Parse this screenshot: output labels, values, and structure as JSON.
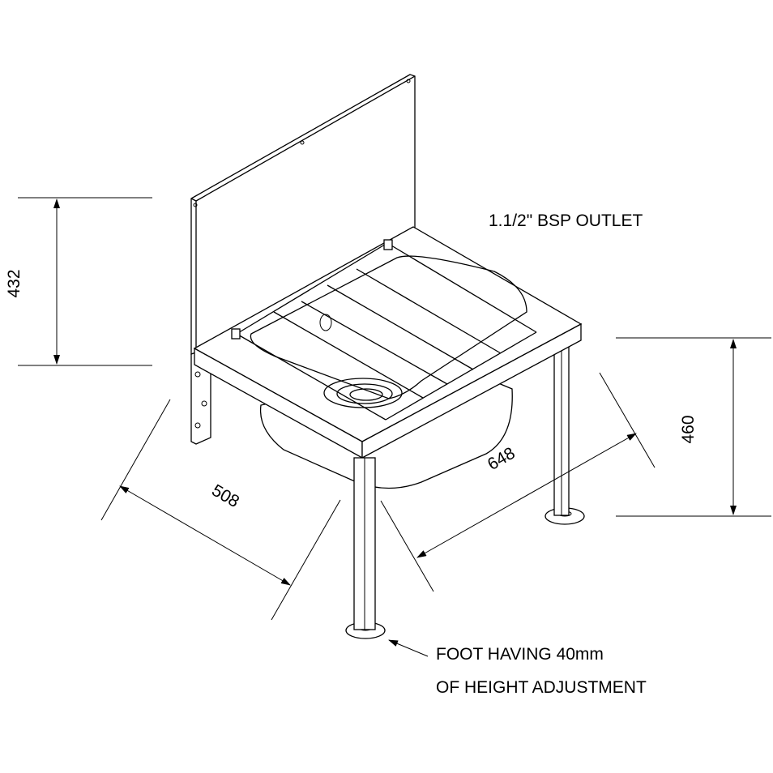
{
  "dimensions": {
    "backsplash_height": "432",
    "height_to_top": "460",
    "depth": "508",
    "width": "648"
  },
  "annotations": {
    "outlet": "1.1/2\" BSP OUTLET",
    "foot_line1": "FOOT HAVING 40mm",
    "foot_line2": "OF HEIGHT ADJUSTMENT"
  }
}
